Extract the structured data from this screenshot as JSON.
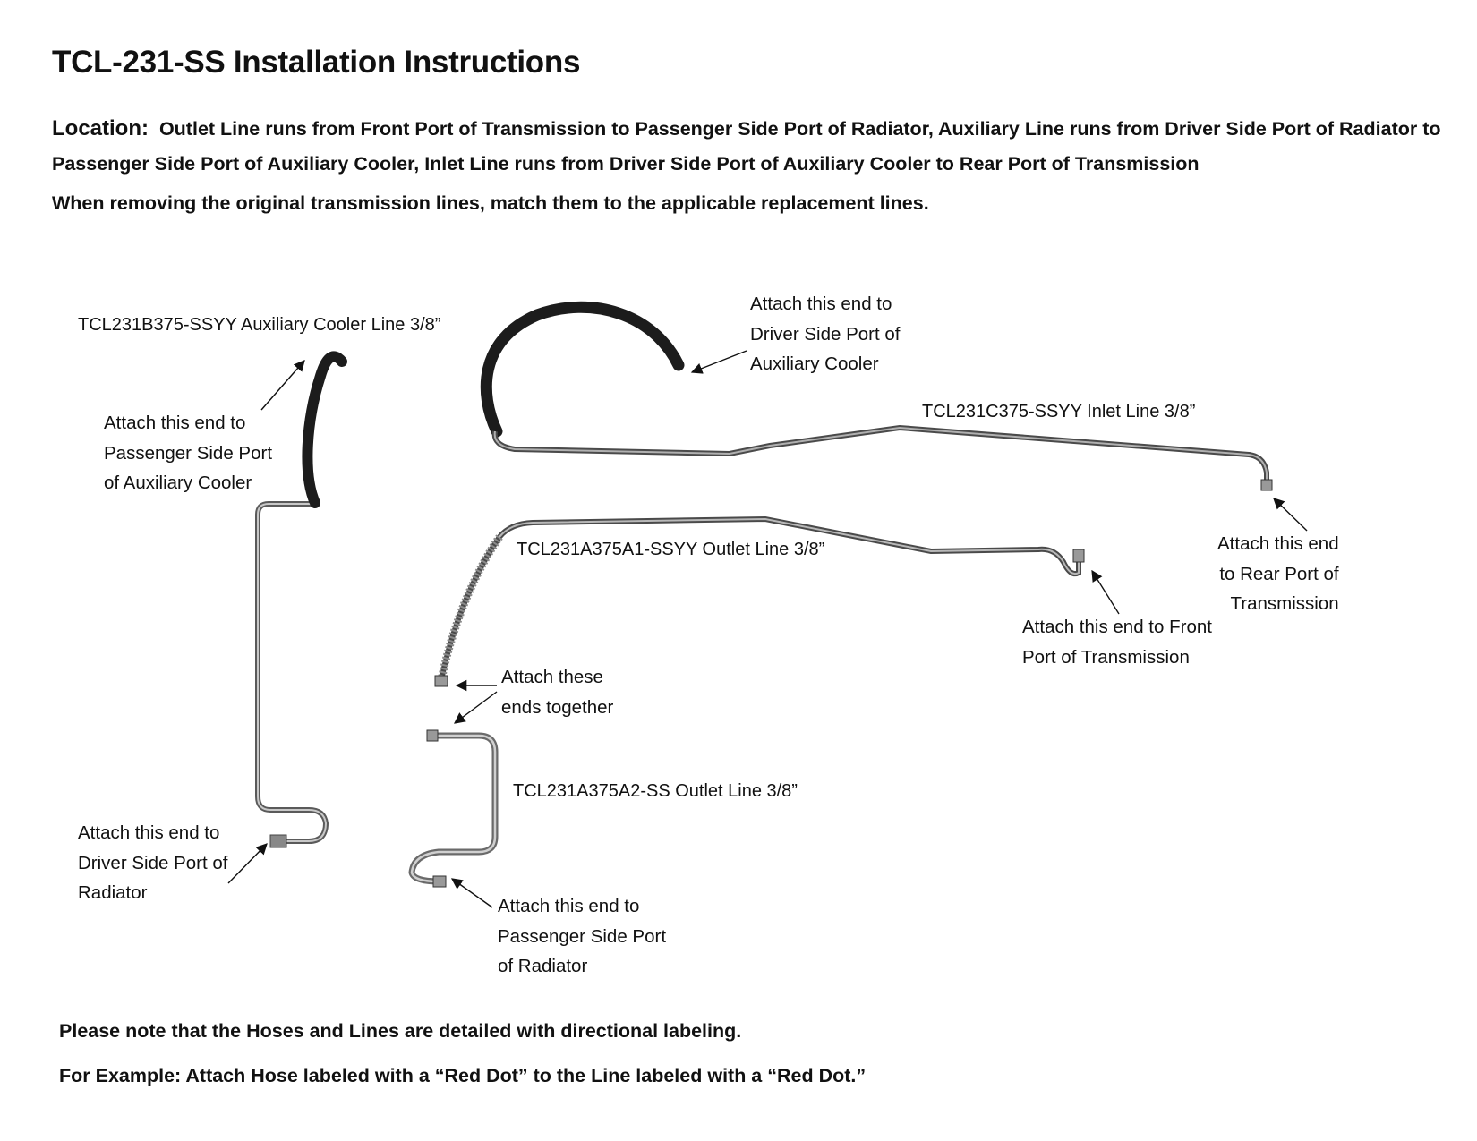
{
  "title": "TCL-231-SS Installation Instructions",
  "location": {
    "label": "Location:",
    "text": "Outlet Line runs from Front Port of Transmission to Passenger Side Port of Radiator, Auxiliary Line runs from Driver Side Port of Radiator to Passenger Side Port of Auxiliary Cooler, Inlet Line runs from Driver Side Port of Auxiliary Cooler to Rear Port of Transmission"
  },
  "note": "When removing the original transmission lines, match them to the applicable replacement lines.",
  "parts": {
    "aux": "TCL231B375-SSYY Auxiliary Cooler Line 3/8”",
    "inlet": "TCL231C375-SSYY Inlet Line 3/8”",
    "outlet_a1": "TCL231A375A1-SSYY Outlet Line 3/8”",
    "outlet_a2": "TCL231A375A2-SS Outlet Line 3/8”"
  },
  "callouts": {
    "aux_top": "Attach this end to\nPassenger Side Port\nof Auxiliary Cooler",
    "aux_bottom": "Attach this end to\nDriver Side Port of\nRadiator",
    "inlet_hose": "Attach this end to\nDriver Side Port of\nAuxiliary Cooler",
    "inlet_end": "Attach this end\nto Rear Port of\nTransmission",
    "outlet_front": "Attach this end to Front\nPort of Transmission",
    "together": "Attach these\nends together",
    "a2_end": "Attach this end to\nPassenger Side Port\nof Radiator"
  },
  "footer": {
    "line1": "Please note that the Hoses and Lines are detailed with directional labeling.",
    "line2": "For Example: Attach Hose labeled with a “Red Dot” to the Line labeled with a “Red Dot.”"
  }
}
